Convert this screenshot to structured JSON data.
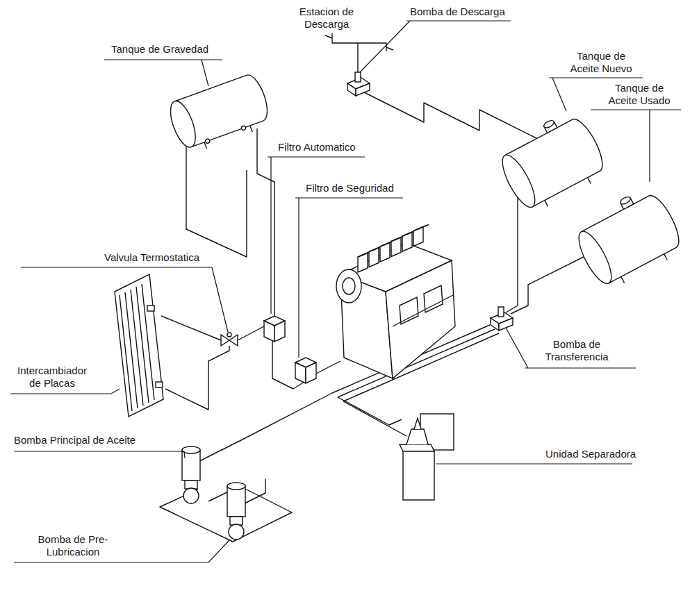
{
  "diagram": {
    "labels": [
      "Estacion de Descarga",
      "Bomba de Descarga",
      "Tanque de Aceite Nuevo",
      "Tanque de Aceite Usado",
      "Tanque de Gravedad",
      "Filtro Automatico",
      "Filtro de Seguridad",
      "Valvula Termostatica",
      "Intercambiador de Placas",
      "Bomba Principal de Aceite",
      "Bomba de Pre- Lubricacion",
      "Bomba de Transferencia",
      "Unidad Separadora"
    ]
  }
}
